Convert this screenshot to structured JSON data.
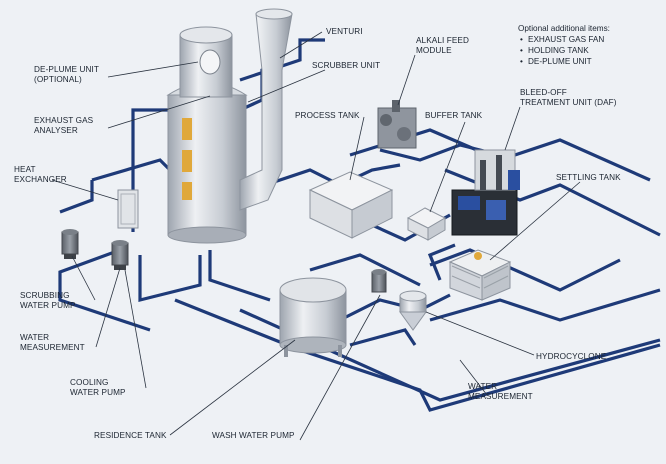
{
  "note": {
    "title": "Optional additional items:",
    "items": [
      "EXHAUST GAS FAN",
      "HOLDING TANK",
      "DE-PLUME UNIT"
    ]
  },
  "labels": {
    "venturi": "VENTURI",
    "alkali_feed_1": "ALKALI FEED",
    "alkali_feed_2": "MODULE",
    "deplume_1": "DE-PLUME UNIT",
    "deplume_2": "(OPTIONAL)",
    "scrubber_unit": "SCRUBBER UNIT",
    "bleed_off_1": "BLEED-OFF",
    "bleed_off_2": "TREATMENT UNIT (DAF)",
    "exhaust_gas_1": "EXHAUST GAS",
    "exhaust_gas_2": "ANALYSER",
    "process_tank": "PROCESS TANK",
    "buffer_tank": "BUFFER TANK",
    "heat_exchanger_1": "HEAT",
    "heat_exchanger_2": "EXCHANGER",
    "settling_tank": "SETTLING TANK",
    "scrubbing_pump_1": "SCRUBBING",
    "scrubbing_pump_2": "WATER PUMP",
    "water_meas_left_1": "WATER",
    "water_meas_left_2": "MEASUREMENT",
    "hydrocyclone": "HYDROCYCLONE",
    "cooling_pump_1": "COOLING",
    "cooling_pump_2": "WATER PUMP",
    "water_meas_right_1": "WATER",
    "water_meas_right_2": "MEASUREMENT",
    "residence_tank": "RESIDENCE TANK",
    "wash_pump": "WASH WATER PUMP"
  },
  "colors": {
    "pipe": "#1e3a78",
    "background": "#eef1f5",
    "equipment": "#c9ced6",
    "accent": "#e0a83a",
    "daf_blue": "#2a4fa0"
  }
}
